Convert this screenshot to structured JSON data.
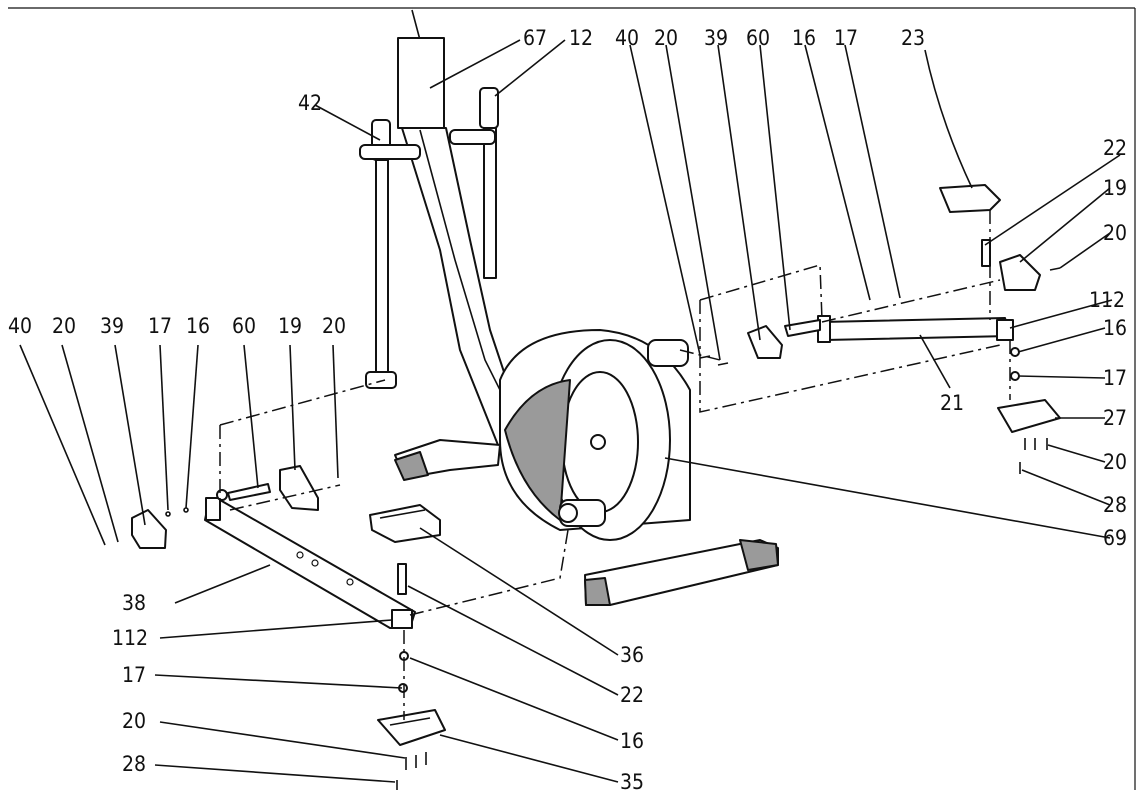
{
  "diagram": {
    "callouts": {
      "top_right": [
        "67",
        "12",
        "40",
        "20",
        "39",
        "60",
        "16",
        "17",
        "23"
      ],
      "left_row": [
        "40",
        "20",
        "39",
        "17",
        "16",
        "60",
        "19",
        "20"
      ],
      "right_side": [
        "22",
        "19",
        "20",
        "112",
        "16",
        "17",
        "27",
        "20",
        "28",
        "21",
        "69"
      ],
      "bottom_left": [
        "42",
        "38",
        "112",
        "17",
        "20",
        "28"
      ],
      "bottom_center": [
        "36",
        "22",
        "16",
        "35"
      ]
    }
  }
}
